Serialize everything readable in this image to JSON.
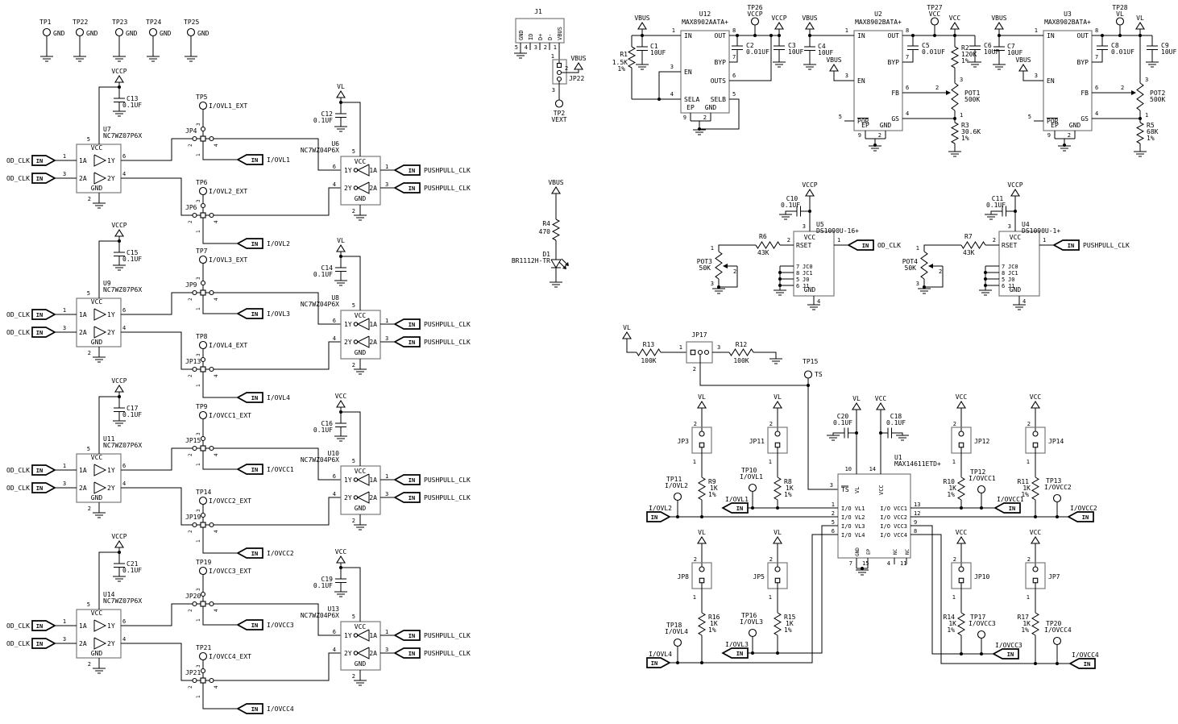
{
  "nets": {
    "vbus": "VBUS",
    "vccp": "VCCP",
    "vcc": "VCC",
    "vl": "VL",
    "gnd": "GND"
  },
  "connector_label": "IN",
  "signals": {
    "od_clk": "OD_CLK",
    "pushpull_clk": "PUSHPULL_CLK"
  },
  "top_test_points": [
    {
      "ref": "TP1",
      "net": "GND"
    },
    {
      "ref": "TP22",
      "net": "GND"
    },
    {
      "ref": "TP23",
      "net": "GND"
    },
    {
      "ref": "TP24",
      "net": "GND"
    },
    {
      "ref": "TP25",
      "net": "GND"
    }
  ],
  "buffer_gate_pins": {
    "vcc": "VCC",
    "gnd": "GND",
    "n5": "5",
    "n1": "1",
    "n3": "3",
    "n2": "2",
    "n6": "6",
    "n4": "4",
    "a1": "1A",
    "a2": "2A",
    "y1": "1Y",
    "y2": "2Y"
  },
  "jumper_pin_numbers": {
    "n1": "1",
    "n2": "2",
    "n3": "3",
    "n4": "4"
  },
  "pot_pin_numbers": {
    "n1": "1",
    "n2": "2",
    "n3": "3"
  },
  "rows": [
    {
      "buffer": {
        "ref": "U7",
        "part": "NC7WZ07P6X"
      },
      "buffer_cap": {
        "ref": "C13",
        "val": "0.1UF"
      },
      "buffer_pwr": "VCCP",
      "inverter": {
        "ref": "U6",
        "part": "NC7WZ04P6X"
      },
      "inverter_cap": {
        "ref": "C12",
        "val": "0.1UF"
      },
      "inverter_pwr": "VL",
      "jumper_a": {
        "jp": "JP4",
        "tp": "TP5",
        "ext": "I/OVL1_EXT",
        "sig": "I/OVL1"
      },
      "jumper_b": {
        "jp": "JP6",
        "tp": "TP6",
        "ext": "I/OVL2_EXT",
        "sig": "I/OVL2"
      }
    },
    {
      "buffer": {
        "ref": "U9",
        "part": "NC7WZ07P6X"
      },
      "buffer_cap": {
        "ref": "C15",
        "val": "0.1UF"
      },
      "buffer_pwr": "VCCP",
      "inverter": {
        "ref": "U8",
        "part": "NC7WZ04P6X"
      },
      "inverter_cap": {
        "ref": "C14",
        "val": "0.1UF"
      },
      "inverter_pwr": "VL",
      "jumper_a": {
        "jp": "JP9",
        "tp": "TP7",
        "ext": "I/OVL3_EXT",
        "sig": "I/OVL3"
      },
      "jumper_b": {
        "jp": "JP13",
        "tp": "TP8",
        "ext": "I/OVL4_EXT",
        "sig": "I/OVL4"
      }
    },
    {
      "buffer": {
        "ref": "U11",
        "part": "NC7WZ07P6X"
      },
      "buffer_cap": {
        "ref": "C17",
        "val": "0.1UF"
      },
      "buffer_pwr": "VCCP",
      "inverter": {
        "ref": "U10",
        "part": "NC7WZ04P6X"
      },
      "inverter_cap": {
        "ref": "C16",
        "val": "0.1UF"
      },
      "inverter_pwr": "VCC",
      "jumper_a": {
        "jp": "JP15",
        "tp": "TP9",
        "ext": "I/OVCC1_EXT",
        "sig": "I/OVCC1"
      },
      "jumper_b": {
        "jp": "JP19",
        "tp": "TP14",
        "ext": "I/OVCC2_EXT",
        "sig": "I/OVCC2"
      }
    },
    {
      "buffer": {
        "ref": "U14",
        "part": "NC7WZ07P6X"
      },
      "buffer_cap": {
        "ref": "C21",
        "val": "0.1UF"
      },
      "buffer_pwr": "VCCP",
      "inverter": {
        "ref": "U13",
        "part": "NC7WZ04P6X"
      },
      "inverter_cap": {
        "ref": "C19",
        "val": "0.1UF"
      },
      "inverter_pwr": "VCC",
      "jumper_a": {
        "jp": "JP20",
        "tp": "TP19",
        "ext": "I/OVCC3_EXT",
        "sig": "I/OVCC3"
      },
      "jumper_b": {
        "jp": "JP21",
        "tp": "TP21",
        "ext": "I/OVCC4_EXT",
        "sig": "I/OVCC4"
      }
    }
  ],
  "usb": {
    "j1": {
      "ref": "J1",
      "pins": [
        {
          "num": "5",
          "name": "GND"
        },
        {
          "num": "4",
          "name": "ID"
        },
        {
          "num": "3",
          "name": "D+"
        },
        {
          "num": "2",
          "name": "D-"
        },
        {
          "num": "1",
          "name": "VBUS"
        }
      ]
    },
    "jp22": {
      "ref": "JP22",
      "n1": "1",
      "n2": "2",
      "n3": "3"
    },
    "tp2": {
      "ref": "TP2",
      "label": "VEXT"
    }
  },
  "regulator_pins": {
    "in": "IN",
    "out": "OUT",
    "byp": "BYP",
    "outs": "OUTS",
    "en": "EN",
    "sela": "SELA",
    "selb": "SELB",
    "por": "POR",
    "fb": "FB",
    "gs": "GS",
    "ep": "EP",
    "gnd": "GND",
    "n1": "1",
    "n2": "2",
    "n3": "3",
    "n4": "4",
    "n5": "5",
    "n6": "6",
    "n7": "7",
    "n8": "8",
    "n9": "9"
  },
  "regulators": [
    {
      "ref": "U12",
      "part": "MAX8902AATA+",
      "cin": {
        "ref": "C1",
        "val": "10UF"
      },
      "cbyp": {
        "ref": "C2",
        "val": "0.01UF"
      },
      "cout": {
        "ref": "C3",
        "val": "10UF"
      },
      "tp": {
        "ref": "TP26",
        "net": "VCCP"
      },
      "rsel": {
        "ref": "R1",
        "val": "1.5K",
        "tol": "1%"
      }
    },
    {
      "ref": "U2",
      "part": "MAX8902BATA+",
      "cin": {
        "ref": "C4",
        "val": "10UF"
      },
      "cbyp": {
        "ref": "C5",
        "val": "0.01UF"
      },
      "cout": {
        "ref": "C6",
        "val": "10UF"
      },
      "tp": {
        "ref": "TP27",
        "net": "VCC"
      },
      "rtop": {
        "ref": "R2",
        "val": "120K",
        "tol": "1%"
      },
      "pot": {
        "ref": "POT1",
        "val": "500K"
      },
      "rbot": {
        "ref": "R3",
        "val": "30.6K",
        "tol": "1%"
      }
    },
    {
      "ref": "U3",
      "part": "MAX8902BATA+",
      "cin": {
        "ref": "C7",
        "val": "10UF"
      },
      "cbyp": {
        "ref": "C8",
        "val": "0.01UF"
      },
      "cout": {
        "ref": "C9",
        "val": "10UF"
      },
      "tp": {
        "ref": "TP28",
        "net": "VL"
      },
      "pot": {
        "ref": "POT2",
        "val": "500K"
      },
      "rbot": {
        "ref": "R5",
        "val": "68K",
        "tol": "1%"
      }
    }
  ],
  "led_indicator": {
    "res": {
      "ref": "R4",
      "val": "470"
    },
    "diode": {
      "ref": "D1",
      "part": "BR1112H-TR"
    }
  },
  "oscillator_pins": {
    "vcc": "VCC",
    "rset": "RSET",
    "out": "OUT",
    "jc0": "JC0",
    "jc1": "JC1",
    "j0": "J0",
    "j1": "J1",
    "gnd": "GND",
    "n1": "1",
    "n2": "2",
    "n3": "3",
    "n4": "4",
    "n5": "5",
    "n6": "6",
    "n7": "7",
    "n8": "8"
  },
  "oscillators": [
    {
      "ref": "U5",
      "part": "DS1090U-16+",
      "cap": {
        "ref": "C10",
        "val": "0.1UF"
      },
      "pwr": "VCCP",
      "rset": {
        "ref": "R6",
        "val": "43K"
      },
      "pot": {
        "ref": "POT3",
        "val": "50K"
      },
      "sig": "OD_CLK"
    },
    {
      "ref": "U4",
      "part": "DS1090U-1+",
      "cap": {
        "ref": "C11",
        "val": "0.1UF"
      },
      "pwr": "VCCP",
      "rset": {
        "ref": "R7",
        "val": "43K"
      },
      "pot": {
        "ref": "POT4",
        "val": "50K"
      },
      "sig": "PUSHPULL_CLK"
    }
  ],
  "ts_select": {
    "pwr": "VL",
    "jp": {
      "ref": "JP17",
      "n1": "1",
      "n2": "2",
      "n3": "3"
    },
    "r_left": {
      "ref": "R13",
      "val": "100K"
    },
    "r_right": {
      "ref": "R12",
      "val": "100K"
    },
    "tp": {
      "ref": "TP15",
      "label": "TS"
    }
  },
  "translator": {
    "ref": "U1",
    "part": "MAX14611ETD+",
    "cap_vl": {
      "ref": "C20",
      "val": "0.1UF"
    },
    "cap_vcc": {
      "ref": "C18",
      "val": "0.1UF"
    },
    "pins": {
      "vl": "VL",
      "vcc": "VCC",
      "ts": "TS",
      "gnd": "GND",
      "ep": "EP",
      "nc": "NC",
      "n10": "10",
      "n14": "14",
      "n3": "3",
      "n7": "7",
      "n15": "15",
      "n4": "4",
      "n11": "11",
      "left": [
        {
          "num": "1",
          "name": "I/O VL1"
        },
        {
          "num": "2",
          "name": "I/O VL2"
        },
        {
          "num": "5",
          "name": "I/O VL3"
        },
        {
          "num": "6",
          "name": "I/O VL4"
        }
      ],
      "right": [
        {
          "num": "13",
          "name": "I/O VCC1"
        },
        {
          "num": "12",
          "name": "I/O VCC2"
        },
        {
          "num": "9",
          "name": "I/O VCC3"
        },
        {
          "num": "8",
          "name": "I/O VCC4"
        }
      ]
    }
  },
  "pullups": [
    {
      "jp": "JP3",
      "pwr": "VL",
      "r": {
        "ref": "R9",
        "val": "1K",
        "tol": "1%"
      },
      "tp": {
        "ref": "TP11",
        "label": "I/OVL2"
      },
      "sig": "I/OVL2"
    },
    {
      "jp": "JP11",
      "pwr": "VL",
      "r": {
        "ref": "R8",
        "val": "1K",
        "tol": "1%"
      },
      "tp": {
        "ref": "TP10",
        "label": "I/OVL1"
      },
      "sig": "I/OVL1"
    },
    {
      "jp": "JP12",
      "pwr": "VCC",
      "r": {
        "ref": "R10",
        "val": "1K",
        "tol": "1%"
      },
      "tp": {
        "ref": "TP12",
        "label": "I/OVCC1"
      },
      "sig": "I/OVCC1"
    },
    {
      "jp": "JP14",
      "pwr": "VCC",
      "r": {
        "ref": "R11",
        "val": "1K",
        "tol": "1%"
      },
      "tp": {
        "ref": "TP13",
        "label": "I/OVCC2"
      },
      "sig": "I/OVCC2"
    },
    {
      "jp": "JP8",
      "pwr": "VL",
      "r": {
        "ref": "R16",
        "val": "1K",
        "tol": "1%"
      },
      "tp": {
        "ref": "TP18",
        "label": "I/OVL4"
      },
      "sig": "I/OVL4"
    },
    {
      "jp": "JP5",
      "pwr": "VL",
      "r": {
        "ref": "R15",
        "val": "1K",
        "tol": "1%"
      },
      "tp": {
        "ref": "TP16",
        "label": "I/OVL3"
      },
      "sig": "I/OVL3"
    },
    {
      "jp": "JP10",
      "pwr": "VCC",
      "r": {
        "ref": "R14",
        "val": "1K",
        "tol": "1%"
      },
      "tp": {
        "ref": "TP17",
        "label": "I/OVCC3"
      },
      "sig": "I/OVCC3"
    },
    {
      "jp": "JP7",
      "pwr": "VCC",
      "r": {
        "ref": "R17",
        "val": "1K",
        "tol": "1%"
      },
      "tp": {
        "ref": "TP20",
        "label": "I/OVCC4"
      },
      "sig": "I/OVCC4"
    }
  ],
  "colors": {
    "wire": "#000000",
    "part_outline": "#7a7a7a",
    "background": "#ffffff"
  }
}
